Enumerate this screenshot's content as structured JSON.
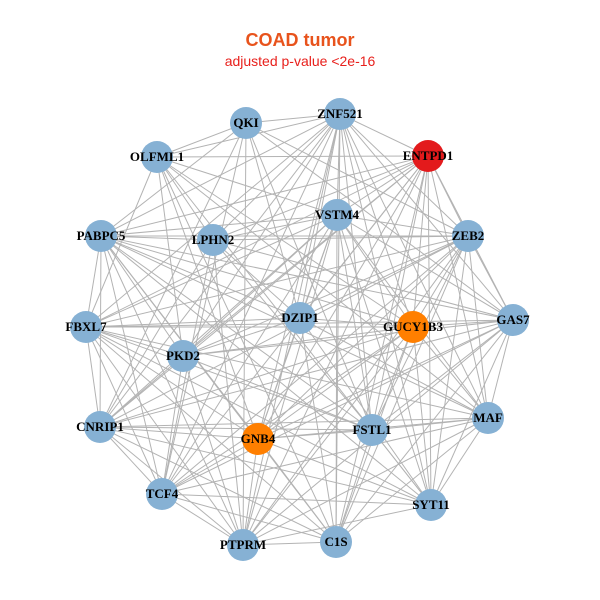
{
  "title": "COAD tumor",
  "subtitle": "adjusted p-value <2e-16",
  "colors": {
    "title": "#e8531c",
    "subtitle": "#e8201c",
    "edge": "#b3b3b3",
    "default_node": "#86b1d4",
    "orange_node": "#ff7f00",
    "red_node": "#e31a1c"
  },
  "nodes": [
    {
      "id": "QKI",
      "label": "QKI",
      "color": "#86b1d4"
    },
    {
      "id": "ZNF521",
      "label": "ZNF521",
      "color": "#86b1d4"
    },
    {
      "id": "ENTPD1",
      "label": "ENTPD1",
      "color": "#e31a1c"
    },
    {
      "id": "OLFML1",
      "label": "OLFML1",
      "color": "#86b1d4"
    },
    {
      "id": "VSTM4",
      "label": "VSTM4",
      "color": "#86b1d4"
    },
    {
      "id": "PABPC5",
      "label": "PABPC5",
      "color": "#86b1d4"
    },
    {
      "id": "LPHN2",
      "label": "LPHN2",
      "color": "#86b1d4"
    },
    {
      "id": "ZEB2",
      "label": "ZEB2",
      "color": "#86b1d4"
    },
    {
      "id": "FBXL7",
      "label": "FBXL7",
      "color": "#86b1d4"
    },
    {
      "id": "DZIP1",
      "label": "DZIP1",
      "color": "#86b1d4"
    },
    {
      "id": "GUCY1B3",
      "label": "GUCY1B3",
      "color": "#ff7f00"
    },
    {
      "id": "GAS7",
      "label": "GAS7",
      "color": "#86b1d4"
    },
    {
      "id": "PKD2",
      "label": "PKD2",
      "color": "#86b1d4"
    },
    {
      "id": "CNRIP1",
      "label": "CNRIP1",
      "color": "#86b1d4"
    },
    {
      "id": "GNB4",
      "label": "GNB4",
      "color": "#ff7f00"
    },
    {
      "id": "FSTL1",
      "label": "FSTL1",
      "color": "#86b1d4"
    },
    {
      "id": "MAF",
      "label": "MAF",
      "color": "#86b1d4"
    },
    {
      "id": "TCF4",
      "label": "TCF4",
      "color": "#86b1d4"
    },
    {
      "id": "SYT11",
      "label": "SYT11",
      "color": "#86b1d4"
    },
    {
      "id": "PTPRM",
      "label": "PTPRM",
      "color": "#86b1d4"
    },
    {
      "id": "C1S",
      "label": "C1S",
      "color": "#86b1d4"
    }
  ]
}
